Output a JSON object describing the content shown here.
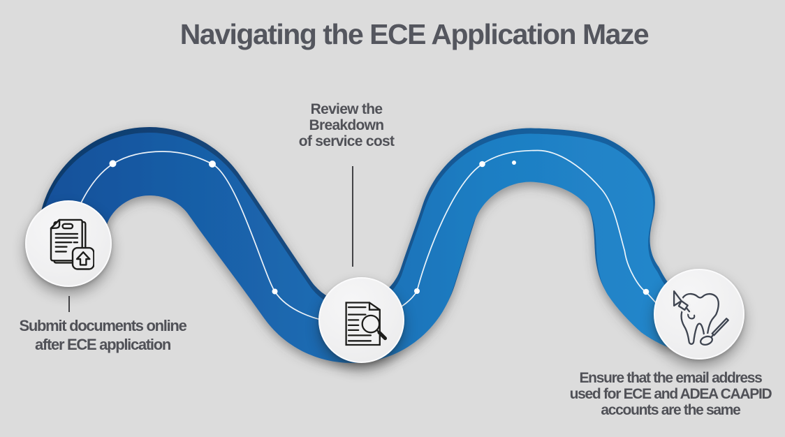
{
  "title": "Navigating the ECE Application Maze",
  "colors": {
    "background": "#dcdcdc",
    "road_dark": "#13487d",
    "road_light": "#1e7ec3",
    "text": "#54565e",
    "connector": "#434346",
    "circle_fill": "#f1f1f2"
  },
  "steps": [
    {
      "icon": "upload-documents-icon",
      "label_lines": [
        "Submit documents online",
        "after ECE application"
      ]
    },
    {
      "icon": "review-document-icon",
      "label_lines": [
        "Review the",
        "Breakdown",
        "of service cost"
      ]
    },
    {
      "icon": "tooth-dental-icon",
      "label_lines": [
        "Ensure that the email address",
        "used for ECE and ADEA CAAPID",
        "accounts are the same"
      ]
    }
  ]
}
